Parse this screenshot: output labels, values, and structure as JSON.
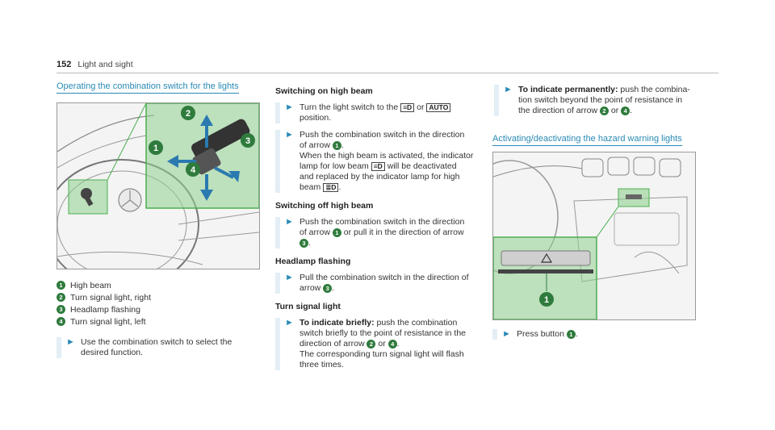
{
  "header": {
    "page_number": "152",
    "section": "Light and sight"
  },
  "col1": {
    "title": "Operating the combination switch for the lights",
    "legend": [
      {
        "n": "1",
        "label": "High beam"
      },
      {
        "n": "2",
        "label": "Turn signal light, right"
      },
      {
        "n": "3",
        "label": "Headlamp flashing"
      },
      {
        "n": "4",
        "label": "Turn signal light, left"
      }
    ],
    "step": {
      "line1": "Use the combination switch to select the",
      "line2": "desired function."
    }
  },
  "col2": {
    "high_beam": {
      "title": "Switching on high beam",
      "step1": {
        "a": "Turn the light switch to the",
        "or": "or",
        "b": "position."
      },
      "step2": {
        "l1": "Push the combination switch in the direction",
        "l2a": "of arrow",
        "l2b": ".",
        "l3": "When the high beam is activated, the indicator",
        "l4a": "lamp for low beam",
        "l4b": "will be deactivated",
        "l5": "and replaced by the indicator lamp for high",
        "l6a": "beam",
        "l6b": "."
      }
    },
    "high_beam_off": {
      "title": "Switching off high beam",
      "step": {
        "l1": "Push the combination switch in the direction",
        "l2a": "of arrow",
        "l2b": "or pull it in the direction of arrow",
        "l3b": "."
      }
    },
    "flashing": {
      "title": "Headlamp flashing",
      "step": {
        "l1": "Pull the combination switch in the direction of",
        "l2a": "arrow",
        "l2b": "."
      }
    },
    "turn": {
      "title": "Turn signal light",
      "step": {
        "bold": "To indicate briefly:",
        "l1": "push the combination",
        "l2": "switch briefly to the point of resistance in the",
        "l3a": "direction of arrow",
        "l3or": "or",
        "l3b": ".",
        "l4": "The corresponding turn signal light will flash",
        "l5": "three times."
      }
    }
  },
  "col3": {
    "perm": {
      "bold": "To indicate permanently:",
      "l1": "push the combina-",
      "l2": "tion switch beyond the point of resistance in",
      "l3a": "the direction of arrow",
      "l3or": "or",
      "l3b": "."
    },
    "hazard_title": "Activating/deactivating the hazard warning lights",
    "step": {
      "a": "Press button",
      "b": "."
    }
  },
  "symbols": {
    "low_beam": "≡D",
    "auto": "AUTO",
    "high_beam": "≣D"
  },
  "colors": {
    "accent": "#2a8ab5",
    "marker": "#2f7b3d",
    "highlight": "#7fc97f"
  },
  "icons": [
    "bullet-arrow-icon",
    "steering-wheel-figure",
    "hazard-button-figure"
  ]
}
